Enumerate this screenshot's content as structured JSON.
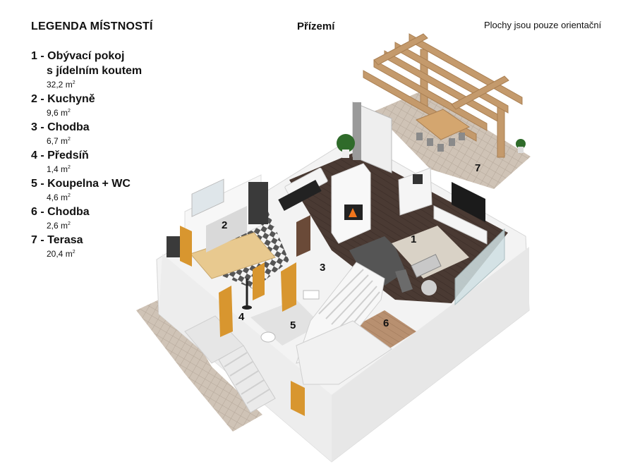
{
  "legend": {
    "title": "LEGENDA MÍSTNOSTÍ",
    "rooms": [
      {
        "name": "1 - Obývací pokoj",
        "name2": "s jídelním koutem",
        "area": "32,2 m",
        "num": "1"
      },
      {
        "name": "2 - Kuchyně",
        "area": "9,6 m",
        "num": "2"
      },
      {
        "name": "3 - Chodba",
        "area": "6,7 m",
        "num": "3"
      },
      {
        "name": "4 - Předsíň",
        "area": "1,4 m",
        "num": "4"
      },
      {
        "name": "5 - Koupelna + WC",
        "area": "4,6 m",
        "num": "5"
      },
      {
        "name": "6 - Chodba",
        "area": "2,6 m",
        "num": "6"
      },
      {
        "name": "7 - Terasa",
        "area": "20,4 m",
        "num": "7"
      }
    ],
    "area_unit_exponent": "2"
  },
  "floor_title": "Přízemí",
  "note": "Plochy jsou pouze orientační",
  "colors": {
    "wall": "#f2f2f2",
    "wood_floor": "#4a3a33",
    "tile_floor": "#c9bcae",
    "pergola": "#c49a6c",
    "door": "#d8962f",
    "sofa": "#555555",
    "kitchen_counter": "#e8c98f"
  }
}
